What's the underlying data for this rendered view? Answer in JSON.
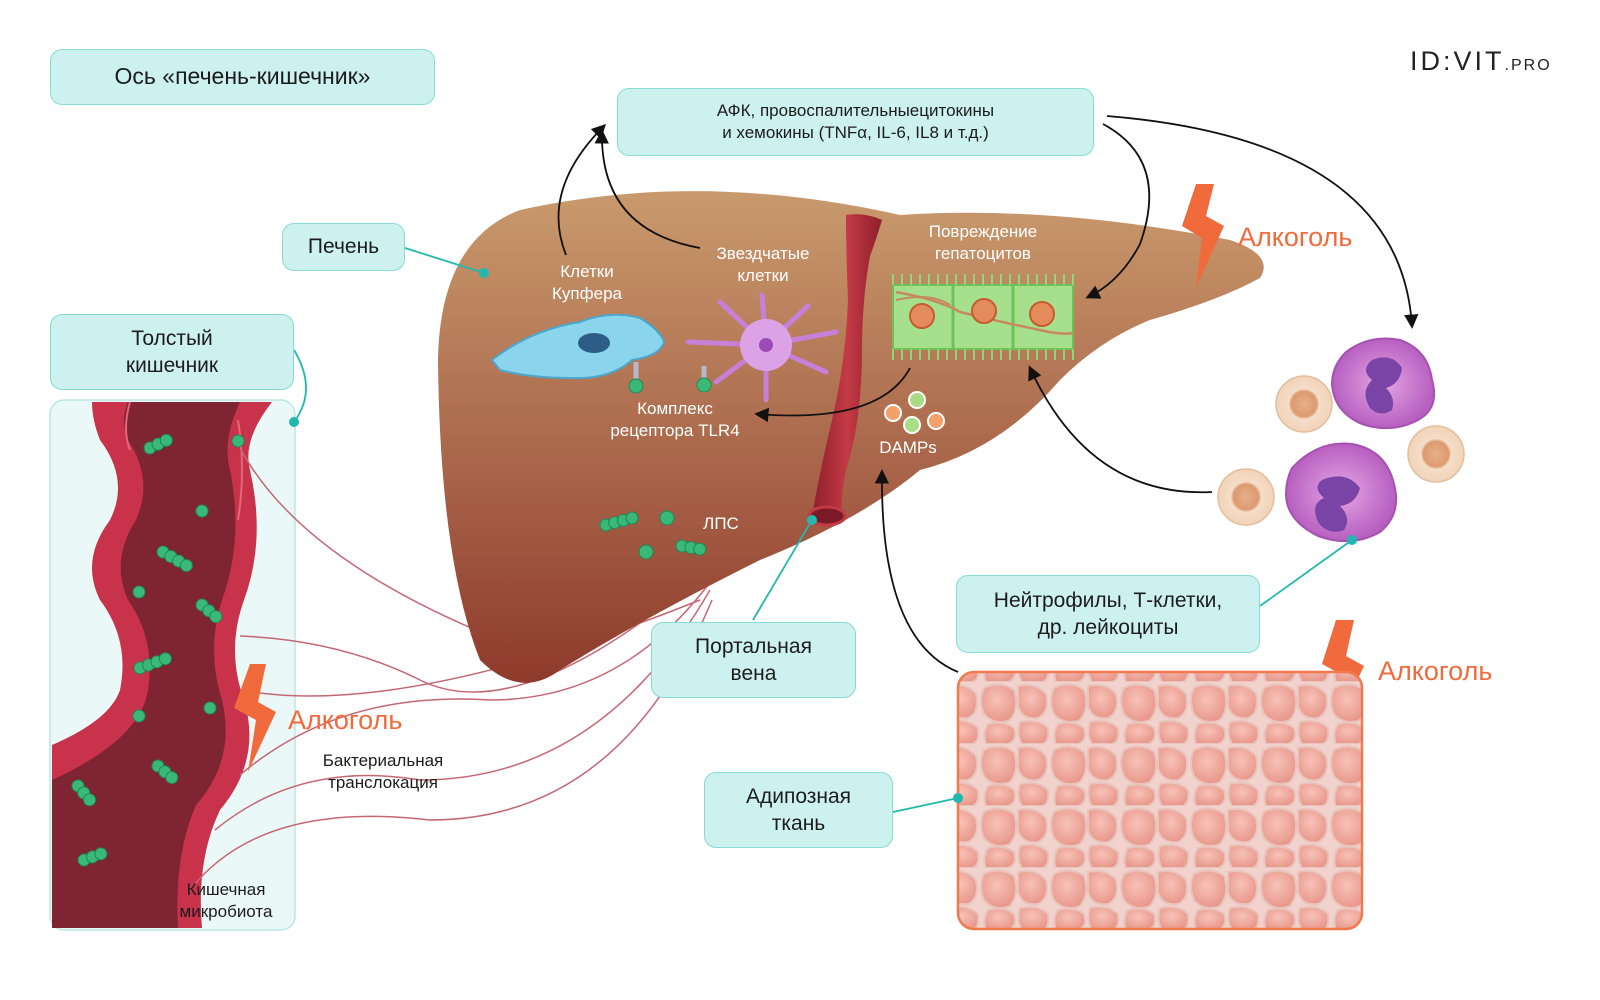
{
  "title": "Ось «печень-кишечник»",
  "logo": {
    "main": "ID:VIT",
    "suffix": ".PRO"
  },
  "boxes": {
    "ros": {
      "line1": "АФК, провоспалительныецитокины",
      "line2": "и хемокины (TNFα, IL-6, IL8 и т.д.)"
    },
    "liver": "Печень",
    "colon": {
      "line1": "Толстый",
      "line2": "кишечник"
    },
    "portal_vein": {
      "line1": "Портальная",
      "line2": "вена"
    },
    "leukocytes": {
      "line1": "Нейтрофилы, Т-клетки,",
      "line2": "др. лейкоциты"
    },
    "adipose": {
      "line1": "Адипозная",
      "line2": "ткань"
    }
  },
  "labels": {
    "kupffer": {
      "line1": "Клетки",
      "line2": "Купфера"
    },
    "stellate": {
      "line1": "Звездчатые",
      "line2": "клетки"
    },
    "hepatocyte": {
      "line1": "Повреждение",
      "line2": "гепатоцитов"
    },
    "tlr4": {
      "line1": "Комплекс",
      "line2": "рецептора TLR4"
    },
    "damps": "DAMPs",
    "lps": "ЛПС",
    "translocation": {
      "line1": "Бактериальная",
      "line2": "транслокация"
    },
    "microbiota": {
      "line1": "Кишечная",
      "line2": "микробиота"
    }
  },
  "alcohol": "Алкоголь",
  "colors": {
    "teal_box": "#cdf1ef",
    "teal_border": "#86dcd4",
    "teal_line": "#22b8ad",
    "alcohol_orange": "#f06a3c",
    "liver_top": "#c8956a",
    "liver_bottom": "#8e3a2c",
    "vein": "#b42f3b",
    "adipose": "#f3b0a6"
  }
}
